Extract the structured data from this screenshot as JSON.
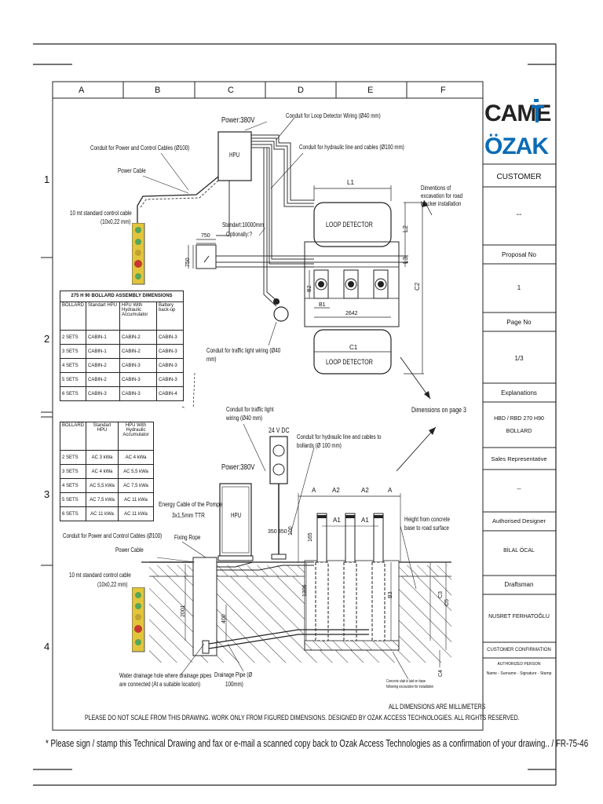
{
  "logo": {
    "line1": "CAME",
    "line2": "ÖZAK",
    "brand_color": "#0a6cb5"
  },
  "grid": {
    "columns": [
      "A",
      "B",
      "C",
      "D",
      "E",
      "F"
    ],
    "rows": [
      "1",
      "2",
      "3",
      "4"
    ]
  },
  "side_panel": {
    "customer_label": "CUSTOMER",
    "customer_value": "--",
    "proposal_label": "Proposal No",
    "proposal_value": "1",
    "page_label": "Page No",
    "page_value": "1/3",
    "explanations_label": "Explanations",
    "explanations_value_1": "HBD / RBD 270 H90",
    "explanations_value_2": "BOLLARD",
    "sales_label": "Sales Representative",
    "sales_value": "--",
    "designer_label": "Authorised Designer",
    "designer_value": "BİLAL ÖCAL",
    "draftsman_label": "Draftsman",
    "draftsman_value": "NUSRET FERHATOĞLU",
    "confirmation_label": "CUSTOMER CONFIRMATION",
    "authorized_label": "AUTHORIZED PERSON",
    "signature_label": "Name - Surname - Signature - Stamp"
  },
  "top_labels": {
    "power": "Power:380V",
    "loop_wiring": "Conduit for Loop Detector Wiring (Ø40 mm)",
    "hydraulic": "Conduit for hydraulic line and cables (Ø100 mm)",
    "power_control": "Conduit for Power and Control Cables (Ø100)",
    "power_cable": "Power Cable",
    "hpu": "HPU",
    "control_cable_1": "10 mt standard control cable",
    "control_cable_2": "(10x0,22 mm)",
    "standart_1": "Standart:10000mm",
    "standart_2": "Optionally:?",
    "dim_750_h": "750",
    "dim_750_v": "750",
    "l1": "L1",
    "l2": "L2",
    "l3": "L3",
    "c1": "C1",
    "c2": "C2",
    "b2": "B2",
    "b1": "B1",
    "dim_2642": "2642",
    "loop_detector_1": "LOOP DETECTOR",
    "loop_detector_2": "LOOP DETECTOR",
    "excavation_1": "Dimentions of",
    "excavation_2": "excavation for road",
    "excavation_3": "blocker installation",
    "traffic_light_1": "Conduit for traffic light wiring (Ø40",
    "traffic_light_2": "mm)",
    "dimensions_page": "Dimensions on page 3"
  },
  "table1": {
    "title": "275 H 90  BOLLARD ASSEMBLY DIMENSIONS",
    "headers": [
      "BOLLARD",
      "Standart HPU",
      "HPU With Hydraulic Accumulator",
      "Battery back-up"
    ],
    "rows": [
      [
        "2 SETS",
        "CABIN-1",
        "CABIN-2",
        "CABIN-3"
      ],
      [
        "3 SETS",
        "CABIN-1",
        "CABIN-2",
        "CABIN-3"
      ],
      [
        "4 SETS",
        "CABIN-2",
        "CABIN-3",
        "CABIN-3"
      ],
      [
        "5 SETS",
        "CABIN-2",
        "CABIN-3",
        "CABIN-3"
      ],
      [
        "6 SETS",
        "CABIN-3",
        "CABIN-3",
        "CABIN-4"
      ]
    ]
  },
  "table2": {
    "headers": [
      "BOLLARD",
      "Standart HPU",
      "HPU With Hydraulic Accumulator"
    ],
    "rows": [
      [
        "2 SETS",
        "AC 3 kWa",
        "AC 4 kWa"
      ],
      [
        "3 SETS",
        "AC 4 kWa",
        "AC 5,5 kWa"
      ],
      [
        "4 SETS",
        "AC 5,5 kWa",
        "AC 7,5 kWa"
      ],
      [
        "5 SETS",
        "AC 7,5 kWa",
        "AC 11 kWa"
      ],
      [
        "6 SETS",
        "AC 11 kWa",
        "AC 11 kWa"
      ]
    ]
  },
  "section_labels": {
    "traffic_wiring_1": "Conduit for traffic light",
    "traffic_wiring_2": "wiring (Ø40 mm)",
    "voltage": "24 V DC",
    "hydraulic_1": "Conduit for hydraulic line and cables to",
    "hydraulic_2": "bollards (Ø 100 mm)",
    "power": "Power:380V",
    "energy_1": "Energy Cable of the Pompe",
    "energy_2": "3x1,5mm TTR",
    "fixing_rope": "Fixing Rope",
    "power_control": "Conduit for Power and Control Cables (Ø100)",
    "power_cable": "Power Cable",
    "hpu": "HPU",
    "control_cable_1": "10 mt standard control cable",
    "control_cable_2": "(10x0,22 mm)",
    "height_1": "Height from concrete",
    "height_2": "base to road surface",
    "dim_a_left": "A",
    "dim_a2_left": "A2",
    "dim_a2_right": "A2",
    "dim_a_right": "A",
    "dim_a1_left": "A1",
    "dim_a1_right": "A1",
    "dim_350": "350",
    "dim_350b": "350",
    "dim_100": "100",
    "dim_165": "165",
    "dim_1306": "1306",
    "dim_b3": "B3",
    "dim_c3": "C3",
    "dim_c5": "C5",
    "dim_c4": "C4",
    "dim_2001": "2001",
    "dim_400": "400",
    "drainage_hole_1": "Water drainage hole where drainage pipes",
    "drainage_hole_2": "are connected (At a suitable location)",
    "drainage_pipe_1": "Drainage Pipe (Ø",
    "drainage_pipe_2": "100mm)",
    "concrete_1": "Concrete slab is laid on base",
    "concrete_2": "following excavation for installation"
  },
  "footer": {
    "all_dims": "ALL DIMENSIONS ARE MILLIMETERS",
    "warning": "PLEASE DO NOT SCALE FROM THIS DRAWING. WORK ONLY FROM FIGURED DIMENSIONS.  DESIGNED BY OZAK ACCESS TECHNOLOGIES. ALL RIGHTS RESERVED.",
    "note": "* Please sign / stamp this Technical Drawing and fax or e-mail a scanned copy back to Ozak Access Technologies as a confirmation of your drawing..  /  FR-75-46"
  }
}
